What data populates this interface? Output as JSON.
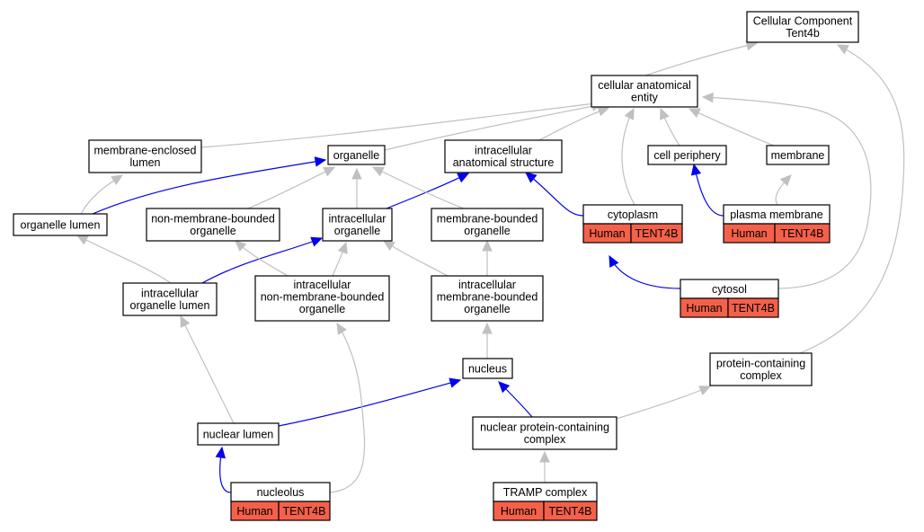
{
  "colors": {
    "is_a": "#c0c0c0",
    "part_of": "#0000ee",
    "annotation_fill": "#f5604a",
    "node_fill": "#ffffff",
    "border": "#000000"
  },
  "nodes": [
    {
      "id": "root",
      "lines": [
        "Cellular Component",
        "Tent4b"
      ]
    },
    {
      "id": "cae",
      "lines": [
        "cellular anatomical",
        "entity"
      ]
    },
    {
      "id": "mel",
      "lines": [
        "membrane-enclosed",
        "lumen"
      ]
    },
    {
      "id": "organelle",
      "lines": [
        "organelle"
      ]
    },
    {
      "id": "ias",
      "lines": [
        "intracellular",
        "anatomical structure"
      ]
    },
    {
      "id": "cellperiph",
      "lines": [
        "cell periphery"
      ]
    },
    {
      "id": "membrane",
      "lines": [
        "membrane"
      ]
    },
    {
      "id": "orglumen",
      "lines": [
        "organelle lumen"
      ]
    },
    {
      "id": "nmbo",
      "lines": [
        "non-membrane-bounded",
        "organelle"
      ]
    },
    {
      "id": "intorg",
      "lines": [
        "intracellular",
        "organelle"
      ]
    },
    {
      "id": "mbo",
      "lines": [
        "membrane-bounded",
        "organelle"
      ]
    },
    {
      "id": "cytoplasm",
      "lines": [
        "cytoplasm"
      ],
      "annotation": [
        "Human",
        "TENT4B"
      ]
    },
    {
      "id": "plasmamem",
      "lines": [
        "plasma membrane"
      ],
      "annotation": [
        "Human",
        "TENT4B"
      ]
    },
    {
      "id": "iol",
      "lines": [
        "intracellular",
        "organelle lumen"
      ]
    },
    {
      "id": "inmbo",
      "lines": [
        "intracellular",
        "non-membrane-bounded",
        "organelle"
      ]
    },
    {
      "id": "imbo",
      "lines": [
        "intracellular",
        "membrane-bounded",
        "organelle"
      ]
    },
    {
      "id": "cytosol",
      "lines": [
        "cytosol"
      ],
      "annotation": [
        "Human",
        "TENT4B"
      ]
    },
    {
      "id": "nucleus",
      "lines": [
        "nucleus"
      ]
    },
    {
      "id": "pcc",
      "lines": [
        "protein-containing",
        "complex"
      ]
    },
    {
      "id": "nuclumen",
      "lines": [
        "nuclear lumen"
      ]
    },
    {
      "id": "npcc",
      "lines": [
        "nuclear protein-containing",
        "complex"
      ]
    },
    {
      "id": "nucleolus",
      "lines": [
        "nucleolus"
      ],
      "annotation": [
        "Human",
        "TENT4B"
      ]
    },
    {
      "id": "tramp",
      "lines": [
        "TRAMP complex"
      ],
      "annotation": [
        "Human",
        "TENT4B"
      ]
    }
  ],
  "edges": [
    {
      "from": "cae",
      "to": "root",
      "type": "is_a"
    },
    {
      "from": "pcc",
      "to": "root",
      "type": "is_a"
    },
    {
      "from": "mel",
      "to": "cae",
      "type": "is_a"
    },
    {
      "from": "organelle",
      "to": "cae",
      "type": "is_a"
    },
    {
      "from": "ias",
      "to": "cae",
      "type": "is_a"
    },
    {
      "from": "cellperiph",
      "to": "cae",
      "type": "is_a"
    },
    {
      "from": "membrane",
      "to": "cae",
      "type": "is_a"
    },
    {
      "from": "cytoplasm",
      "to": "cae",
      "type": "is_a"
    },
    {
      "from": "cytosol",
      "to": "cae",
      "type": "is_a"
    },
    {
      "from": "orglumen",
      "to": "mel",
      "type": "is_a"
    },
    {
      "from": "orglumen",
      "to": "organelle",
      "type": "part_of"
    },
    {
      "from": "nmbo",
      "to": "organelle",
      "type": "is_a"
    },
    {
      "from": "intorg",
      "to": "organelle",
      "type": "is_a"
    },
    {
      "from": "intorg",
      "to": "ias",
      "type": "part_of"
    },
    {
      "from": "mbo",
      "to": "organelle",
      "type": "is_a"
    },
    {
      "from": "cytoplasm",
      "to": "ias",
      "type": "part_of"
    },
    {
      "from": "plasmamem",
      "to": "cellperiph",
      "type": "part_of"
    },
    {
      "from": "plasmamem",
      "to": "membrane",
      "type": "is_a"
    },
    {
      "from": "iol",
      "to": "orglumen",
      "type": "is_a"
    },
    {
      "from": "iol",
      "to": "intorg",
      "type": "part_of"
    },
    {
      "from": "inmbo",
      "to": "nmbo",
      "type": "is_a"
    },
    {
      "from": "inmbo",
      "to": "intorg",
      "type": "is_a"
    },
    {
      "from": "imbo",
      "to": "intorg",
      "type": "is_a"
    },
    {
      "from": "imbo",
      "to": "mbo",
      "type": "is_a"
    },
    {
      "from": "cytosol",
      "to": "cytoplasm",
      "type": "part_of"
    },
    {
      "from": "nucleus",
      "to": "imbo",
      "type": "is_a"
    },
    {
      "from": "nuclumen",
      "to": "iol",
      "type": "is_a"
    },
    {
      "from": "nuclumen",
      "to": "nucleus",
      "type": "part_of"
    },
    {
      "from": "npcc",
      "to": "nucleus",
      "type": "part_of"
    },
    {
      "from": "npcc",
      "to": "pcc",
      "type": "is_a"
    },
    {
      "from": "nucleolus",
      "to": "nuclumen",
      "type": "part_of"
    },
    {
      "from": "nucleolus",
      "to": "inmbo",
      "type": "is_a"
    },
    {
      "from": "tramp",
      "to": "npcc",
      "type": "is_a"
    }
  ]
}
